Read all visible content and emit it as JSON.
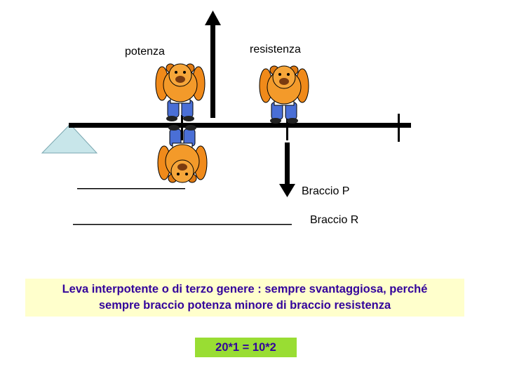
{
  "labels": {
    "potenza": "potenza",
    "resistenza": "resistenza",
    "braccio_p": "Braccio P",
    "braccio_r": "Braccio R"
  },
  "note": {
    "line1": "Leva interpotente o di terzo genere : sempre svantaggiosa, perché",
    "line2": "sempre braccio potenza minore di braccio resistenza"
  },
  "equation": "20*1 = 10*2",
  "colors": {
    "note_bg": "#ffffcc",
    "note_text": "#33049b",
    "equation_bg": "#99dd33",
    "fulcrum": "#c8e6ea"
  },
  "icons": [
    "bear-figure-icon",
    "arrow-up-icon",
    "arrow-down-icon",
    "fulcrum-triangle-icon"
  ]
}
